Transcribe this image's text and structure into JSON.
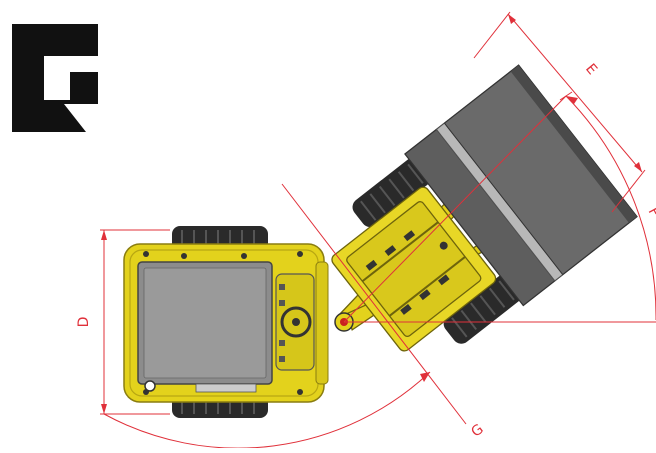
{
  "dimensions": {
    "d_label": "D",
    "e_label": "E",
    "f_label": "F",
    "g_label": "G"
  },
  "colors": {
    "dimension_line": "#e0303a",
    "machine_yellow": "#e3d21c",
    "machine_yellow_dark": "#b8a712",
    "body_gray": "#8c8c8c",
    "body_gray_dark": "#5e5e5e",
    "tire": "#2a2a2a",
    "logo": "#111111"
  },
  "icons": {
    "brand_logo": "g-logo-icon"
  }
}
